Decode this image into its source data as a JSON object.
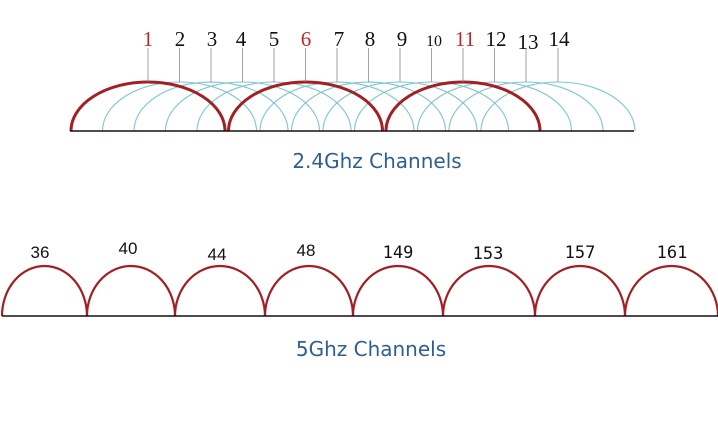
{
  "band24": {
    "caption": "2.4Ghz Channels",
    "channels": [
      "1",
      "2",
      "3",
      "4",
      "5",
      "6",
      "7",
      "8",
      "9",
      "10",
      "11",
      "12",
      "13",
      "14"
    ],
    "highlighted": [
      "1",
      "6",
      "11"
    ],
    "colors": {
      "highlight": "#a31f24",
      "overlap": "#7fc6d1",
      "baseline": "#111111",
      "label_highlight": "#c0262c"
    }
  },
  "band5": {
    "caption": "5Ghz Channels",
    "channels": [
      "36",
      "40",
      "44",
      "48",
      "149",
      "153",
      "157",
      "161"
    ],
    "colors": {
      "arc": "#a31f24",
      "baseline": "#111111"
    }
  },
  "caption_color": "#2f5e93"
}
